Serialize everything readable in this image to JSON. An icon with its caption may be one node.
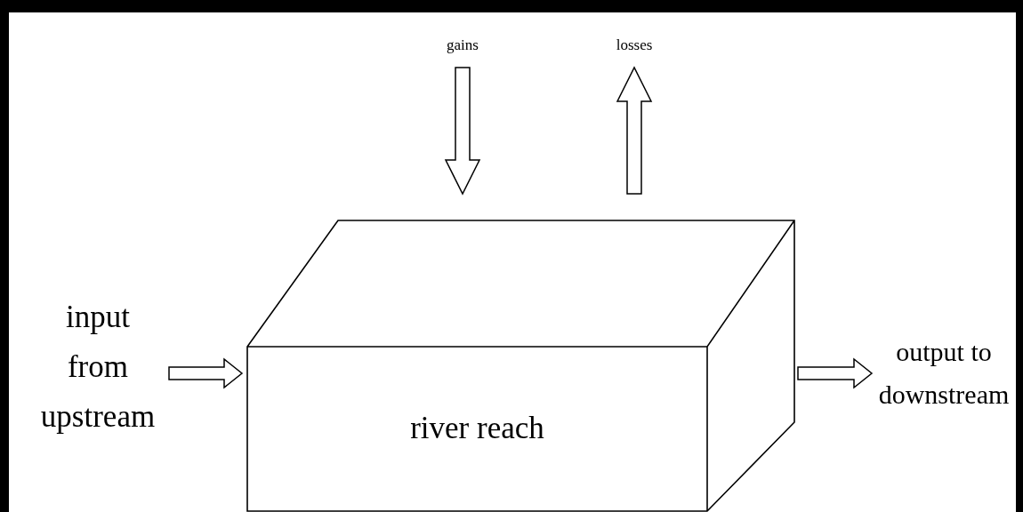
{
  "diagram": {
    "nodes": [
      {
        "text": [
          "gains"
        ]
      },
      {
        "text": [
          "losses"
        ]
      },
      {
        "text": [
          "input from upstream"
        ]
      },
      {
        "text": [
          "river reach"
        ]
      },
      {
        "text": [
          "output to downstream"
        ]
      }
    ],
    "edges": [
      {
        "from": 0,
        "to": 3,
        "arrow": "to"
      },
      {
        "from": 3,
        "to": 1,
        "arrow": "to"
      },
      {
        "from": 2,
        "to": 3,
        "arrow": "to"
      },
      {
        "from": 3,
        "to": 4,
        "arrow": "to"
      }
    ]
  }
}
